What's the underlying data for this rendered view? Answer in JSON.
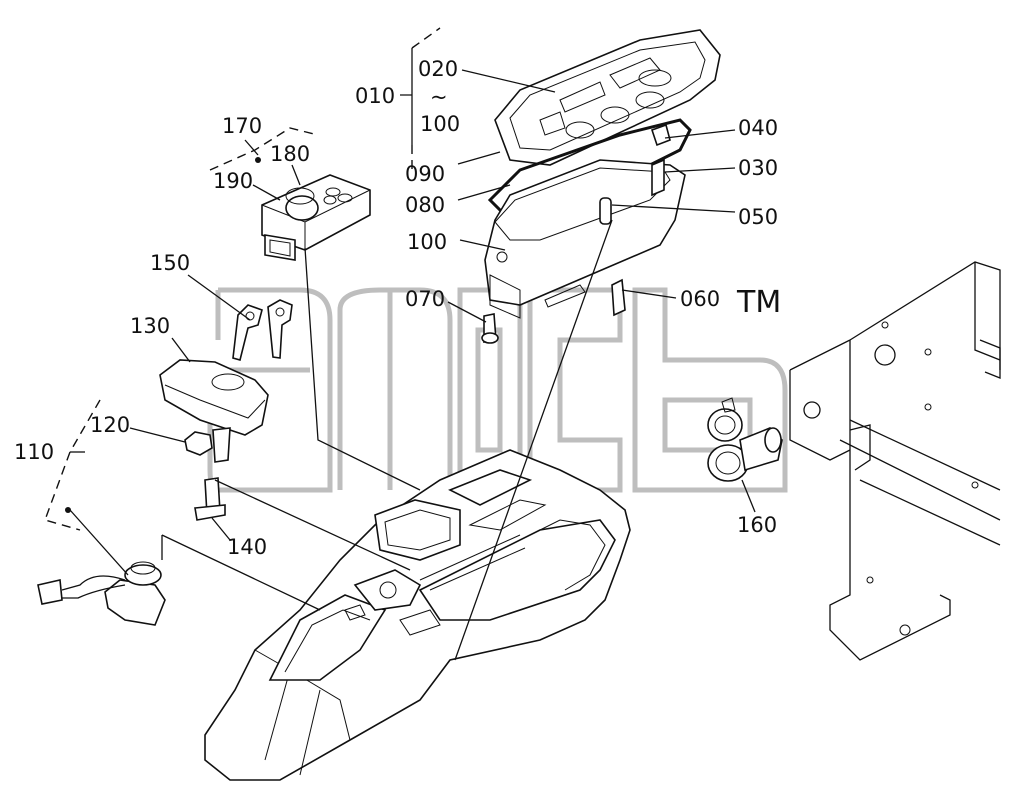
{
  "callouts": {
    "c010": "010",
    "c020": "020",
    "tilde": "~",
    "c100top": "100",
    "c090": "090",
    "c080": "080",
    "c100": "100",
    "c040": "040",
    "c030": "030",
    "c050": "050",
    "c060": "060",
    "c070": "070",
    "c170": "170",
    "c180": "180",
    "c190": "190",
    "c150": "150",
    "c130": "130",
    "c120": "120",
    "c110": "110",
    "c140": "140",
    "c160": "160"
  },
  "watermark": {
    "trademark": "TM"
  }
}
